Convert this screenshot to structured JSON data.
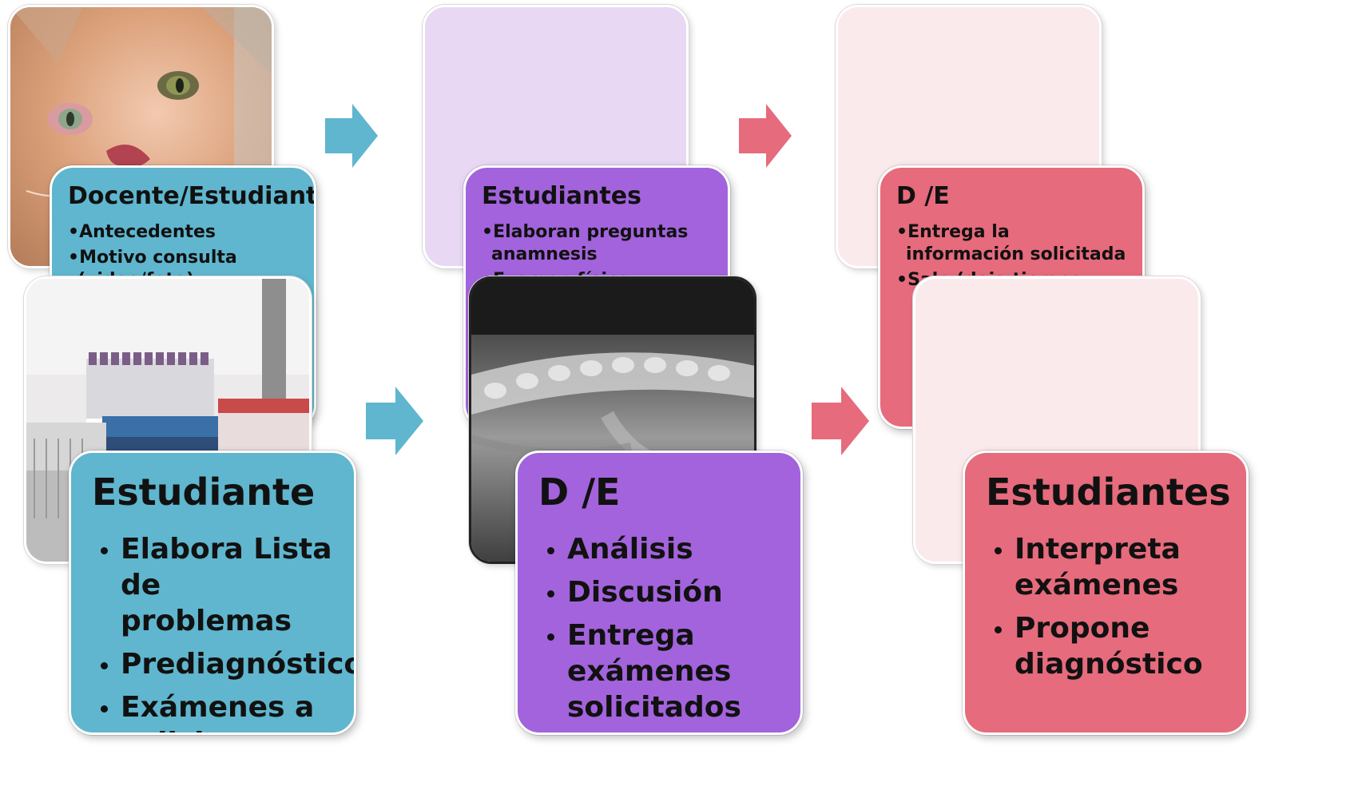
{
  "colors": {
    "teal": "#5fb6ce",
    "purple": "#a363dc",
    "purple_light": "#e8d8f4",
    "pink": "#e66b7c",
    "pink_light": "#fbeaec"
  },
  "stages": [
    {
      "top": {
        "title": "Docente/Estudiantes",
        "items": [
          "Antecedentes",
          "Motivo consulta (video/foto)"
        ]
      },
      "bottom": {
        "title": "Estudiante",
        "items": [
          "Elabora Lista de problemas",
          "Prediagnósticos",
          "Exámenes a solicitar"
        ]
      }
    },
    {
      "top": {
        "title": "Estudiantes",
        "items": [
          "Elaboran preguntas anamnesis",
          "Examen físico"
        ]
      },
      "bottom": {
        "title": "D /E",
        "items": [
          "Análisis",
          "Discusión",
          "Entrega exámenes solicitados"
        ]
      }
    },
    {
      "top": {
        "title": "D /E",
        "items": [
          "Entrega la información solicitada",
          "Sale (deja tiempo"
        ]
      },
      "bottom": {
        "title": "Estudiantes",
        "items": [
          "Interpreta exámenes",
          "Propone diagnóstico"
        ]
      }
    }
  ]
}
